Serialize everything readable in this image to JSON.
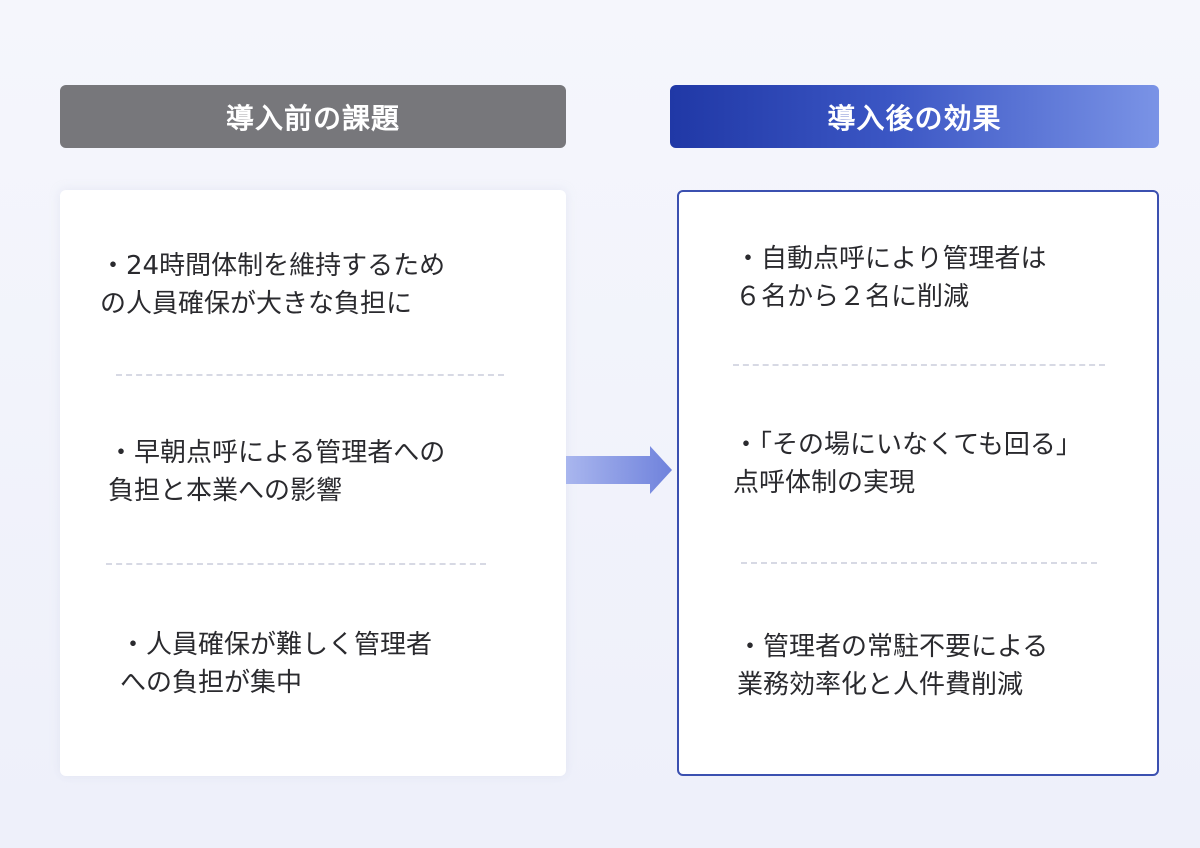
{
  "before": {
    "title": "導入前の課題",
    "items": [
      {
        "line1": "・24時間体制を維持するため",
        "line2": "の人員確保が大きな負担に"
      },
      {
        "line1": "・早朝点呼による管理者への",
        "line2": "負担と本業への影響"
      },
      {
        "line1": "・人員確保が難しく管理者",
        "line2": "への負担が集中"
      }
    ]
  },
  "after": {
    "title": "導入後の効果",
    "items": [
      {
        "line1": "・自動点呼により管理者は",
        "line2": "６名から２名に削減"
      },
      {
        "line1": "・「その場にいなくても回る」",
        "line2": "点呼体制の実現"
      },
      {
        "line1": "・管理者の常駐不要による",
        "line2": "業務効率化と人件費削減"
      }
    ]
  },
  "colors": {
    "before_header": "#77777b",
    "after_header_start": "#2038a6",
    "after_header_end": "#7a93e6",
    "after_border": "#3b50b0",
    "arrow": "#7d8fe0"
  },
  "icons": {
    "arrow": "arrow-right-icon"
  }
}
